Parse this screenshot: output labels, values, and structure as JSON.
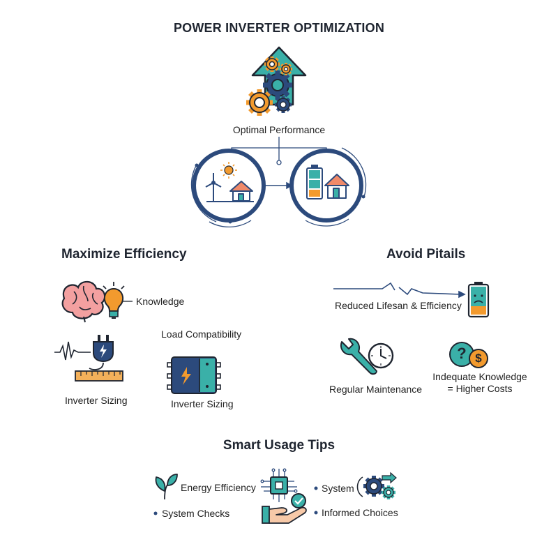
{
  "title": "POWER INVERTER OPTIMIZATION",
  "top": {
    "label": "Optimal Performance"
  },
  "maximize": {
    "heading": "Maximize Efficiency",
    "knowledge": "Knowledge",
    "load_compat": "Load Compatibility",
    "sizing_left": "Inverter Sizing",
    "sizing_right": "Inverter Sizing"
  },
  "avoid": {
    "heading": "Avoid Pitails",
    "lifespan": "Reduced Lifesan & Efficiency",
    "maintenance": "Regular Maintenance",
    "inadequate_line1": "Indequate Knowledge",
    "inadequate_line2": "= Higher Costs",
    "dollar": "$",
    "question": "?"
  },
  "tips": {
    "heading": "Smart Usage Tips",
    "energy": "Energy Efficiency",
    "checks": "System Checks",
    "system": "System",
    "informed": "Informed Choices"
  },
  "colors": {
    "navy": "#2c4a7c",
    "teal": "#3ab0a8",
    "orange": "#f29a2e",
    "pink": "#f08a8a"
  }
}
